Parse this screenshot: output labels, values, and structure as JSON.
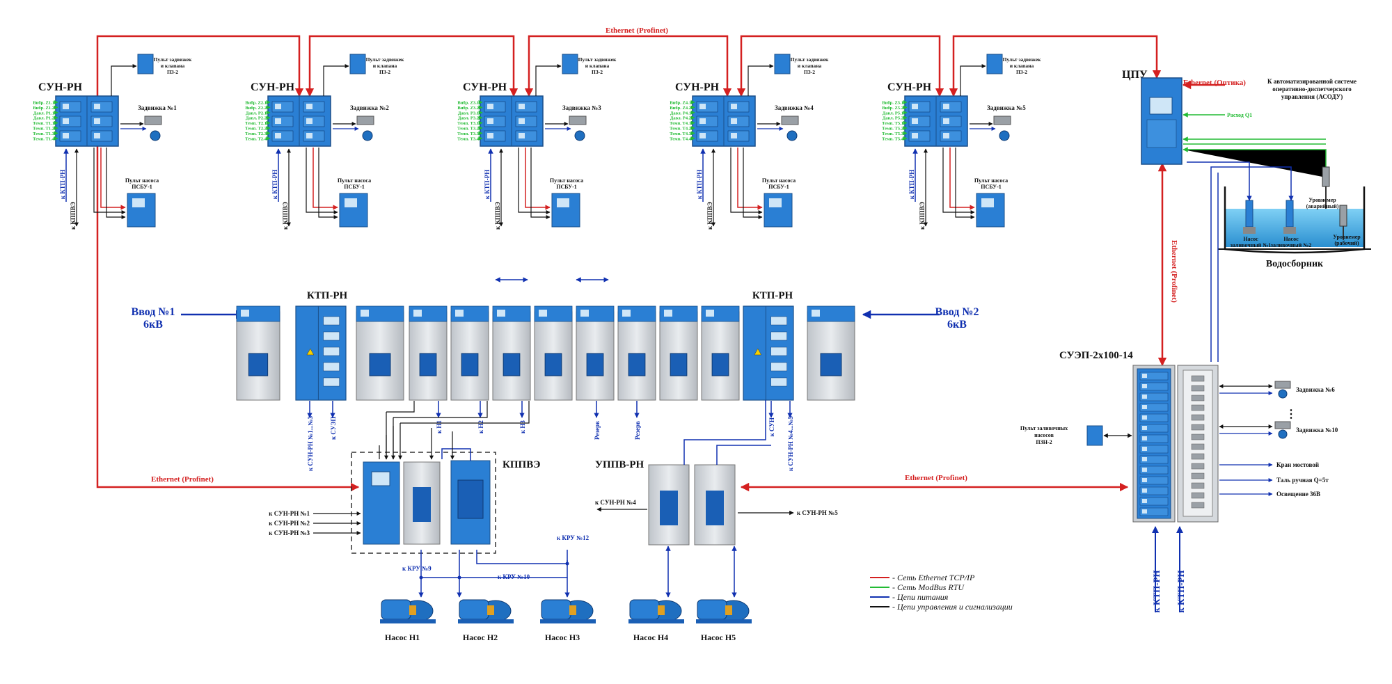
{
  "ethernet_top": "Ethernet (Profinet)",
  "ethernet_optika": "Ethernet (Оптика)",
  "ethernet_left": "Ethernet (Profinet)",
  "ethernet_right": "Ethernet (Profinet)",
  "ethernet_vertical": "Ethernet (Profinet)",
  "asodu_line1": "К автоматизированной системе",
  "asodu_line2": "оперативно-диспетчерского",
  "asodu_line3": "управления (АСОДУ)",
  "cpu_title": "ЦПУ",
  "raschet_label": "Расход Q1",
  "sun_units": [
    {
      "title": "СУН-РН",
      "pult_l1": "Пульт задвижек",
      "pult_l2": "и клапана",
      "pult_l3": "ПЗ-2",
      "valve": "Задвижка №1",
      "pump_l1": "Пульт насоса",
      "pump_l2": "ПСБУ-1",
      "to_ktp": "к КТП-РН",
      "to_kppve": "к КППВЭ",
      "sensors": [
        "Вибр. Z1.1",
        "Вибр. Z1.2",
        "Давл. P1.1",
        "Давл. P1.2",
        "Темп. T1.1",
        "Темп. T1.2",
        "Темп. T1.3",
        "Темп. T1.4"
      ]
    },
    {
      "title": "СУН-РН",
      "pult_l1": "Пульт задвижек",
      "pult_l2": "и клапана",
      "pult_l3": "ПЗ-2",
      "valve": "Задвижка №2",
      "pump_l1": "Пульт насоса",
      "pump_l2": "ПСБУ-1",
      "to_ktp": "к КТП-РН",
      "to_kppve": "к КППВЭ",
      "sensors": [
        "Вибр. Z2.1",
        "Вибр. Z2.2",
        "Давл. P2.1",
        "Давл. P2.2",
        "Темп. T2.1",
        "Темп. T2.2",
        "Темп. T2.3",
        "Темп. T2.4"
      ]
    },
    {
      "title": "СУН-РН",
      "pult_l1": "Пульт задвижек",
      "pult_l2": "и клапана",
      "pult_l3": "ПЗ-2",
      "valve": "Задвижка №3",
      "pump_l1": "Пульт насоса",
      "pump_l2": "ПСБУ-1",
      "to_ktp": "к КТП-РН",
      "to_kppve": "к КППВЭ",
      "sensors": [
        "Вибр. Z3.1",
        "Вибр. Z3.2",
        "Давл. P3.1",
        "Давл. P3.2",
        "Темп. T3.1",
        "Темп. T3.2",
        "Темп. T3.3",
        "Темп. T3.4"
      ]
    },
    {
      "title": "СУН-РН",
      "pult_l1": "Пульт задвижек",
      "pult_l2": "и клапана",
      "pult_l3": "ПЗ-2",
      "valve": "Задвижка №4",
      "pump_l1": "Пульт насоса",
      "pump_l2": "ПСБУ-1",
      "to_ktp": "к КТП-РН",
      "to_kppve": "к КППВЭ",
      "sensors": [
        "Вибр. Z4.1",
        "Вибр. Z4.2",
        "Давл. P4.1",
        "Давл. P4.2",
        "Темп. T4.1",
        "Темп. T4.2",
        "Темп. T4.3",
        "Темп. T4.4"
      ]
    },
    {
      "title": "СУН-РН",
      "pult_l1": "Пульт задвижек",
      "pult_l2": "и клапана",
      "pult_l3": "ПЗ-2",
      "valve": "Задвижка №5",
      "pump_l1": "Пульт насоса",
      "pump_l2": "ПСБУ-1",
      "to_ktp": "к КТП-РН",
      "to_kppve": "к КППВЭ",
      "sensors": [
        "Вибр. Z5.1",
        "Вибр. Z5.2",
        "Давл. P5.1",
        "Давл. P5.2",
        "Темп. T5.1",
        "Темп. T5.2",
        "Темп. T5.3",
        "Темп. T5.4"
      ]
    }
  ],
  "tank": {
    "title": "Водосборник",
    "pump1_l1": "Насос",
    "pump1_l2": "заливочный №1",
    "pump2_l1": "Насос",
    "pump2_l2": "заливочный №2",
    "lvl_alarm_l1": "Уровнемер",
    "lvl_alarm_l2": "(аварийный)",
    "lvl_work_l1": "Уровнемер",
    "lvl_work_l2": "(рабочий)"
  },
  "ktp_left": "КТП-РН",
  "ktp_right": "КТП-РН",
  "input1_l1": "Ввод №1",
  "input1_l2": "6кВ",
  "input2_l1": "Ввод №2",
  "input2_l2": "6кВ",
  "cabinet_outputs": [
    "к СУН-РН №1...№3",
    "к СУЭП",
    "к Н1",
    "к Н2",
    "к Н3",
    "Резерв",
    "Резерв",
    "к СУН",
    "к СУН-РН №4...№5"
  ],
  "kppve_title": "КППВЭ",
  "kppve_links": [
    "к СУН-РН №1",
    "к СУН-РН №2",
    "к СУН-РН №3"
  ],
  "kru": [
    "к КРУ №9",
    "к КРУ №10",
    "к КРУ №12"
  ],
  "uppv_title": "УППВ-РН",
  "uppv_left": "к СУН-РН №4",
  "uppv_right": "к СУН-РН №5",
  "pumps": [
    "Насос Н1",
    "Насос Н2",
    "Насос Н3",
    "Насос Н4",
    "Насос Н5"
  ],
  "suep_title": "СУЭП-2х100-14",
  "suep_pult_l1": "Пульт заливочных",
  "suep_pult_l2": "насосов",
  "suep_pult_l3": "ПЗН-2",
  "suep_outputs": [
    "Задвижка №6",
    "Задвижка №10",
    "Кран мостовой",
    "Таль ручная Q=5т",
    "Освещение 36В"
  ],
  "suep_ktp": [
    "к КТП-РН",
    "к КТП-РН"
  ],
  "legend": [
    {
      "text": "- Сеть Ethernet TCP/IP",
      "color": "#d42020"
    },
    {
      "text": "- Сеть ModBus RTU",
      "color": "#22bb33"
    },
    {
      "text": "- Цепи питания",
      "color": "#1030b0"
    },
    {
      "text": "- Цепи управления и сигнализации",
      "color": "#111111"
    }
  ]
}
